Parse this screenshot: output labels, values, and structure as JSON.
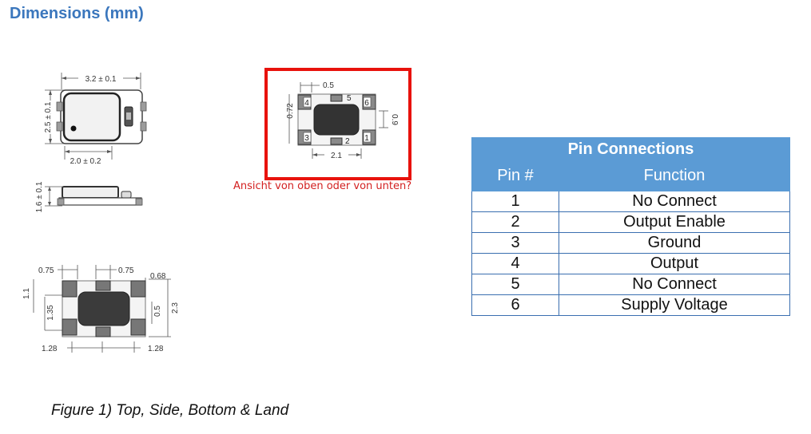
{
  "heading": "Dimensions (mm)",
  "top_view": {
    "width_dim": "3.2 ± 0.1",
    "height_dim": "2.5 ± 0.1",
    "lower_dim": "2.0 ± 0.2"
  },
  "side_view": {
    "height_dim": "1.6 ± 0.1"
  },
  "bottom_view": {
    "dim_left_top": "0.75",
    "dim_mid_top": "0.75",
    "dim_right_top": "0.68",
    "dim_left_1": "1.1",
    "dim_left_2": "1.35",
    "dim_right_1": "0.5",
    "dim_right_2": "2.3",
    "dim_bottom_left": "1.28",
    "dim_bottom_right": "1.28"
  },
  "land_view": {
    "dim_top": "0.5",
    "dim_left": "0.72",
    "dim_right": "0.9",
    "dim_bottom": "2.1",
    "pins": [
      "4",
      "5",
      "6",
      "3",
      "2",
      "1"
    ]
  },
  "annotation": "Ansicht von oben oder von unten?",
  "table": {
    "title": "Pin Connections",
    "headers": [
      "Pin #",
      "Function"
    ],
    "rows": [
      {
        "pin": "1",
        "function": "No Connect"
      },
      {
        "pin": "2",
        "function": "Output Enable"
      },
      {
        "pin": "3",
        "function": "Ground"
      },
      {
        "pin": "4",
        "function": "Output"
      },
      {
        "pin": "5",
        "function": "No Connect"
      },
      {
        "pin": "6",
        "function": "Supply Voltage"
      }
    ]
  },
  "caption": "Figure 1) Top, Side, Bottom & Land"
}
